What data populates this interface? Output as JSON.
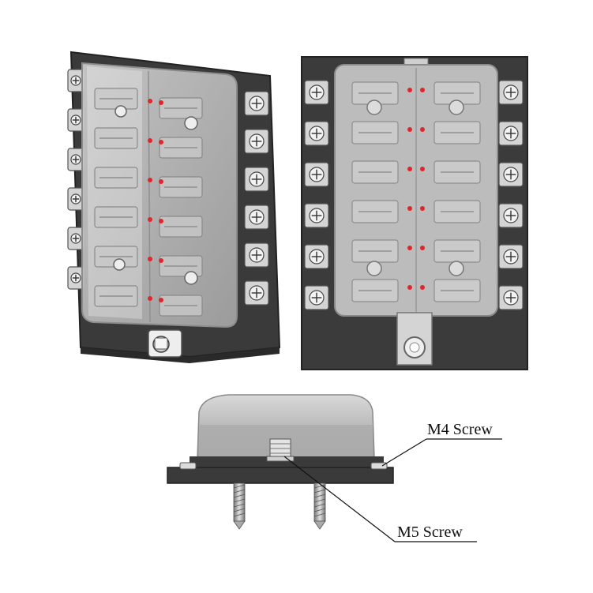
{
  "figure": {
    "background": "#ffffff",
    "views": [
      {
        "id": "perspective-view",
        "fuse_rows": 6,
        "fuse_columns": 2
      },
      {
        "id": "top-view",
        "fuse_rows": 6,
        "fuse_columns": 2
      },
      {
        "id": "side-view"
      }
    ],
    "colors": {
      "base": "#3b3b3b",
      "cover": "#b9b9b9",
      "terminal": "#d4d4d4",
      "indicator_led": "#e0262b"
    },
    "icons": [
      "screw-terminal-icon",
      "mounting-screw-icon",
      "fuse-slot-icon",
      "indicator-led-icon"
    ]
  },
  "callouts": {
    "m4_screw": "M4 Screw",
    "m5_screw": "M5 Screw"
  }
}
